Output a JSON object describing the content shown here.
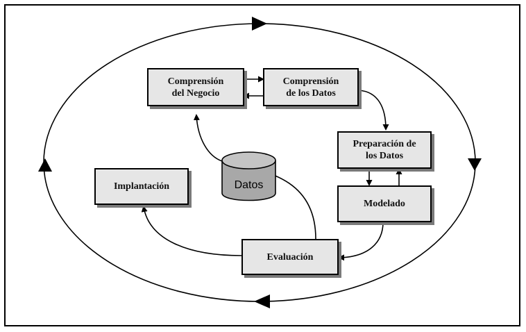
{
  "diagram": {
    "boxes": {
      "business_understanding": "Comprensión\ndel Negocio",
      "data_understanding": "Comprensión\nde los Datos",
      "data_preparation": "Preparación de\nlos Datos",
      "modeling": "Modelado",
      "evaluation": "Evaluación",
      "deployment": "Implantación"
    },
    "data_store": "Datos"
  }
}
